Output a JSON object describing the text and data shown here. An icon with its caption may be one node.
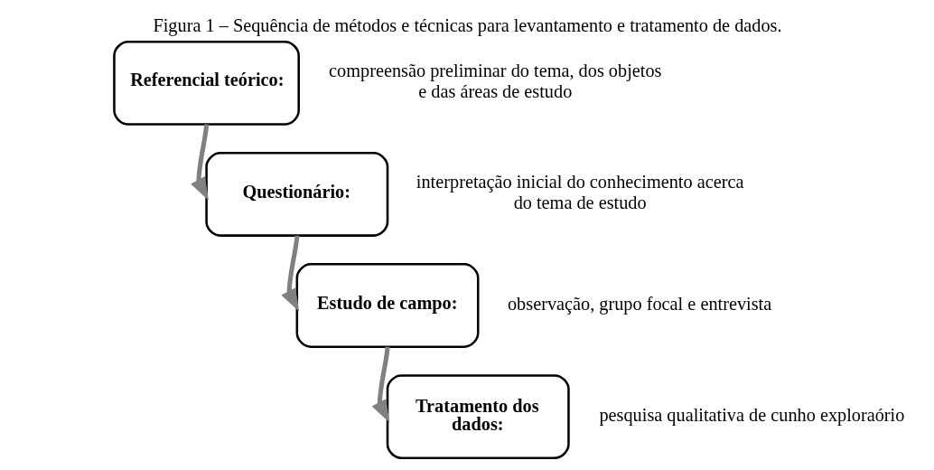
{
  "diagram": {
    "title": "Figura 1 – Sequência de métodos e técnicas para levantamento e tratamento de dados.",
    "nodes": [
      {
        "text": [
          "Referencial teórico:"
        ],
        "beside": [
          "compreensão preliminar do tema, dos objetos e das áreas de estudo"
        ]
      },
      {
        "text": [
          "Questionário:"
        ],
        "beside": [
          "interpretação inicial do conhecimento acerca do tema de estudo"
        ]
      },
      {
        "text": [
          "Estudo de campo:"
        ],
        "beside": [
          "observação, grupo focal e entrevista"
        ]
      },
      {
        "text": [
          "Tratamento dos dados:"
        ],
        "beside": [
          "pesquisa qualitativa de cunho exploraório"
        ]
      }
    ],
    "edges": [
      {
        "from": 0,
        "to": 1,
        "arrow": "to"
      },
      {
        "from": 1,
        "to": 2,
        "arrow": "to"
      },
      {
        "from": 2,
        "to": 3,
        "arrow": "to"
      }
    ]
  }
}
